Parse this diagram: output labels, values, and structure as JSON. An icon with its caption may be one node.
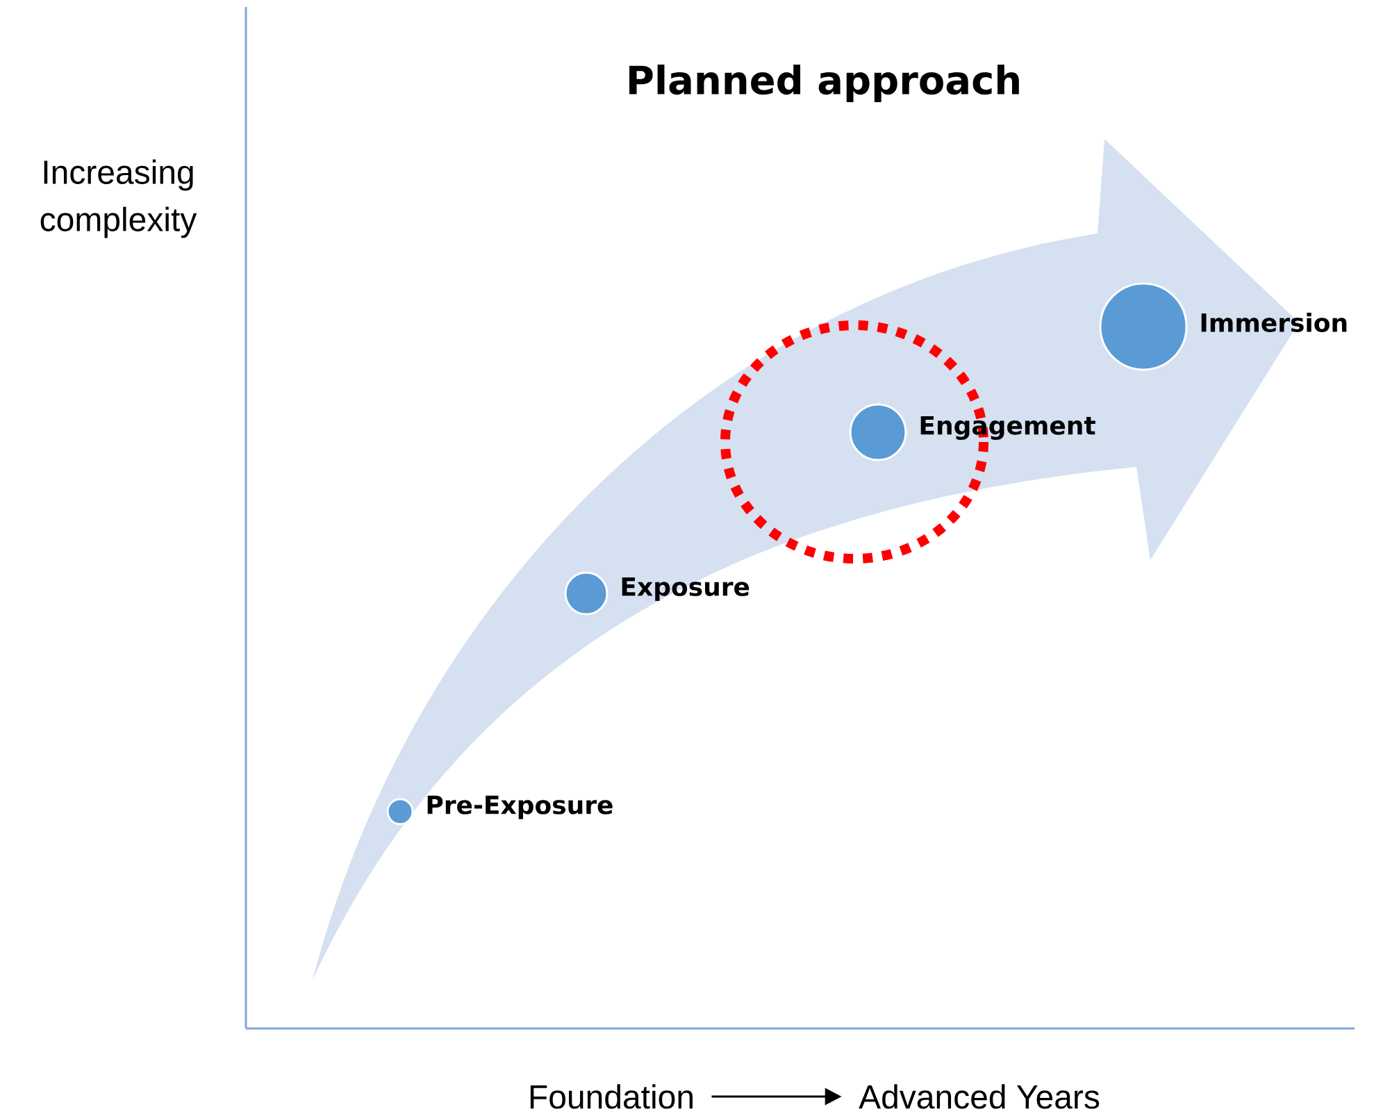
{
  "diagram": {
    "title": "Planned approach",
    "nodes": [
      {
        "text": [
          "Pre-Exposure"
        ]
      },
      {
        "text": [
          "Exposure"
        ]
      },
      {
        "text": [
          "Engagement"
        ]
      },
      {
        "text": [
          "Immersion"
        ]
      },
      {
        "text": [
          "Foundation"
        ]
      },
      {
        "text": [
          "Advanced Years"
        ]
      }
    ],
    "edges": [
      {
        "from": 4,
        "to": 5,
        "arrow": "to"
      }
    ],
    "labels": [
      "Increasing complexity"
    ]
  }
}
